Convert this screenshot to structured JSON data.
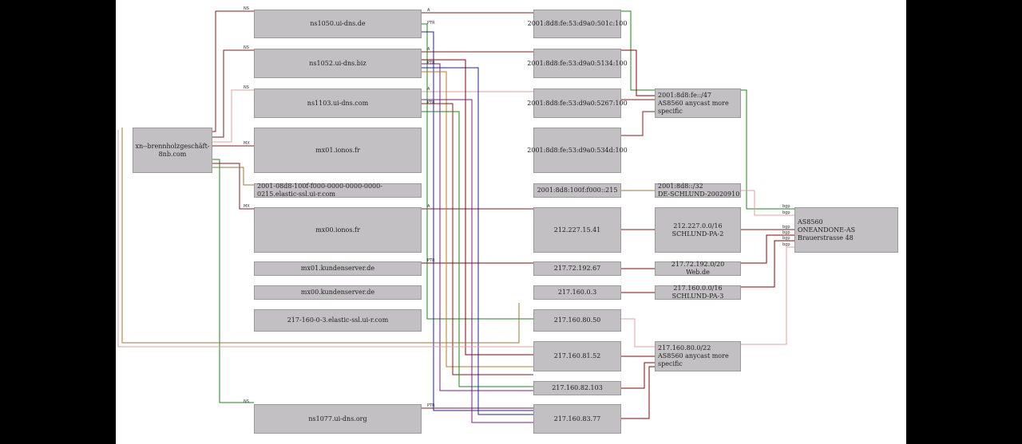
{
  "root": {
    "label": "xn--brennholzgeschäft-8nb.com"
  },
  "nameservers": [
    {
      "id": "ns1",
      "label": "ns1050.ui-dns.de"
    },
    {
      "id": "ns2",
      "label": "ns1052.ui-dns.biz"
    },
    {
      "id": "ns3",
      "label": "ns1103.ui-dns.com"
    },
    {
      "id": "ns4",
      "label": "ns1077.ui-dns.org"
    }
  ],
  "mx": [
    {
      "id": "mx1",
      "label": "mx01.ionos.fr"
    },
    {
      "id": "mx2",
      "label": "mx00.ionos.fr"
    },
    {
      "id": "mx3",
      "label": "mx01.kundenserver.de"
    },
    {
      "id": "mx4",
      "label": "mx00.kundenserver.de"
    }
  ],
  "cnames": [
    {
      "id": "c1",
      "label": "2001-08d8-100f-f000-0000-0000-0000-0215.elastic-ssl.ui-r.com"
    },
    {
      "id": "c2",
      "label": "217-160-0-3.elastic-ssl.ui-r.com"
    }
  ],
  "addresses": [
    {
      "id": "a1",
      "label": "2001:8d8:fe:53:d9a0:501c:100"
    },
    {
      "id": "a2",
      "label": "2001:8d8:fe:53:d9a0:5134:100"
    },
    {
      "id": "a3",
      "label": "2001:8d8:fe:53:d9a0:5267:100"
    },
    {
      "id": "a4",
      "label": "2001:8d8:fe:53:d9a0:534d:100"
    },
    {
      "id": "a5",
      "label": "2001:8d8:100f:f000::215"
    },
    {
      "id": "a6",
      "label": "212.227.15.41"
    },
    {
      "id": "a7",
      "label": "217.72.192.67"
    },
    {
      "id": "a8",
      "label": "217.160.0.3"
    },
    {
      "id": "a9",
      "label": "217.160.80.50"
    },
    {
      "id": "a10",
      "label": "217.160.81.52"
    },
    {
      "id": "a11",
      "label": "217.160.82.103"
    },
    {
      "id": "a12",
      "label": "217.160.83.77"
    }
  ],
  "prefixes": [
    {
      "id": "p1",
      "label": "2001:8d8:fe::/47\nAS8560 anycast more specific"
    },
    {
      "id": "p2",
      "label": "2001:8d8::/32\nDE-SCHLUND-20020910"
    },
    {
      "id": "p3",
      "label": "212.227.0.0/16\nSCHLUND-PA-2"
    },
    {
      "id": "p4",
      "label": "217.72.192.0/20\nWeb.de"
    },
    {
      "id": "p5",
      "label": "217.160.0.0/16\nSCHLUND-PA-3"
    },
    {
      "id": "p6",
      "label": "217.160.80.0/22\nAS8560 anycast more specific"
    }
  ],
  "asn": {
    "label": "AS8560\nONEANDONE-AS Brauerstrasse 48"
  },
  "edge_labels": {
    "ns": "NS",
    "mx": "MX",
    "a": "A",
    "ptr": "PTR",
    "bgp": "bgp"
  },
  "colors": {
    "ns": "#8b1a1a",
    "green": "#1a8a1a",
    "blue": "#2020a0",
    "purple": "#7a1a8a",
    "orange": "#c07a10",
    "pink": "#e0a0a0",
    "darkred": "#8b0000",
    "olive": "#9a7a3a"
  }
}
